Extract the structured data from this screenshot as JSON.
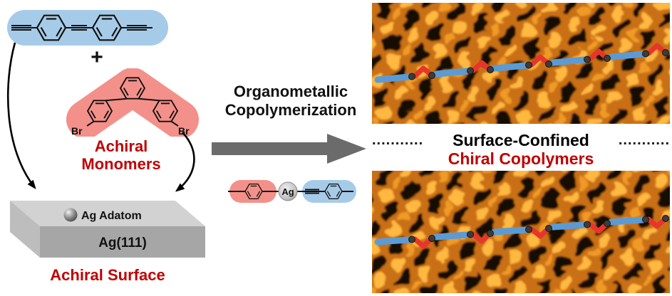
{
  "figure": {
    "left": {
      "plus": "+",
      "br_left": "Br",
      "br_right": "Br",
      "monomers_line1": "Achiral",
      "monomers_line2": "Monomers",
      "adatom_label": "Ag Adatom",
      "slab_face_label": "Ag(111)",
      "surface_label": "Achiral Surface"
    },
    "center": {
      "label_line1": "Organometallic",
      "label_line2": "Copolymerization",
      "ag_symbol": "Ag"
    },
    "right": {
      "dots_left": "...........",
      "label_line1": "Surface-Confined",
      "label_line2": "Chiral Copolymers",
      "dots_right": "..........."
    },
    "colors": {
      "accent_red": "#c00000",
      "monomer_blue": "#a6cbe8",
      "monomer_red": "#f4908a",
      "chain_blue": "#5b9bd5",
      "chain_red": "#e8352b",
      "arrow_gray": "#6b6b6b",
      "stm_orange": "#c96f12"
    }
  }
}
